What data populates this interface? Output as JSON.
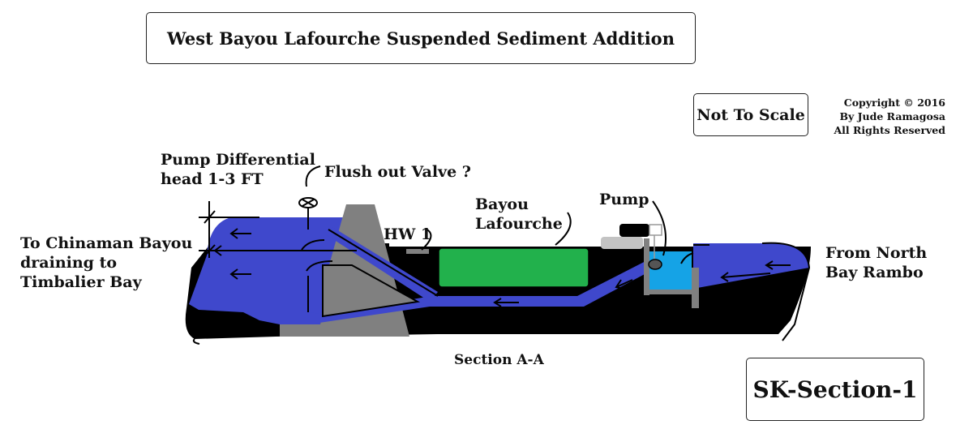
{
  "title": "West Bayou Lafourche Suspended Sediment Addition",
  "scale_note": "Not To Scale",
  "copyright": {
    "line1": "Copyright © 2016",
    "line2": "By Jude Ramagosa",
    "line3": "All Rights Reserved"
  },
  "labels": {
    "pump_differential": {
      "line1": "Pump Differential",
      "line2": "head 1-3 FT"
    },
    "flush_valve": "Flush out Valve ?",
    "outlet": {
      "line1": "To Chinaman Bayou",
      "line2": "draining to",
      "line3": "Timbalier Bay"
    },
    "hw1": "HW 1",
    "bayou": {
      "line1": "Bayou",
      "line2": "Lafourche"
    },
    "pump": "Pump",
    "inlet": {
      "line1": "From North",
      "line2": "Bay Rambo"
    },
    "section": "Section A-A"
  },
  "sheet_id": "SK-Section-1",
  "colors": {
    "water": "#3f48cc",
    "pump_basin": "#15a3e6",
    "earth": "#000000",
    "levee": "#808080",
    "bayou": "#22b14c",
    "pump_body": "#c3c3c3"
  }
}
